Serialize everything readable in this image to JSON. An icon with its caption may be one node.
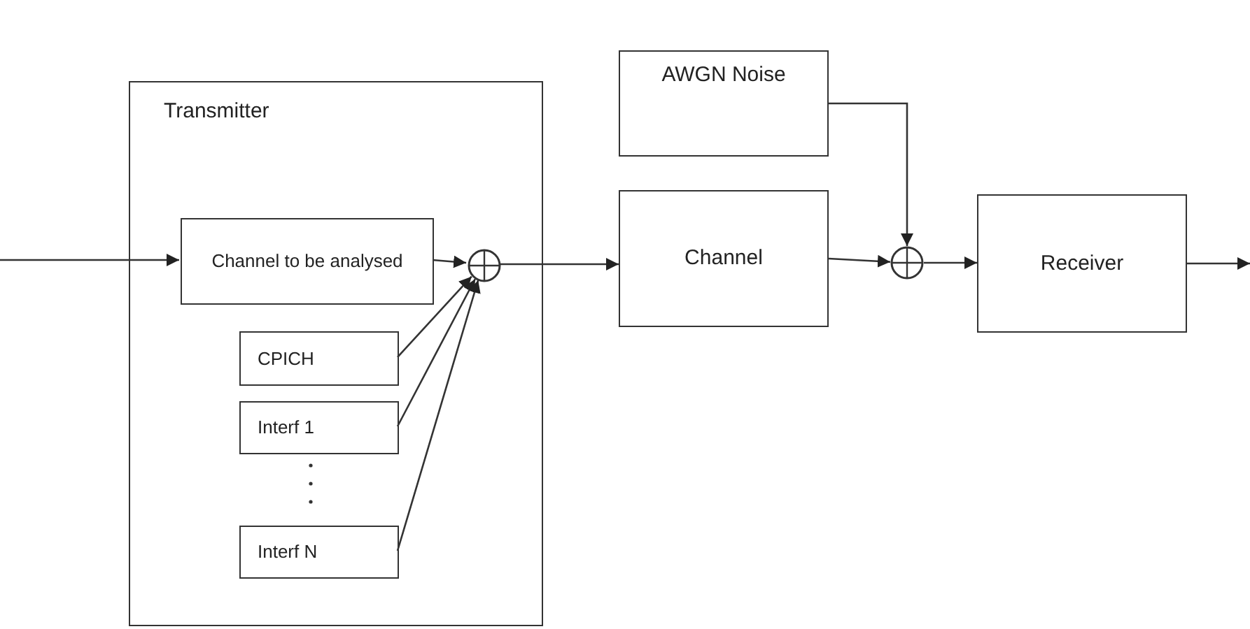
{
  "diagram": {
    "nodes": [
      {
        "text": [
          "Transmitter"
        ]
      },
      {
        "text": [
          "Channel to be analysed"
        ],
        "in": 0
      },
      {
        "text": [
          "CPICH"
        ],
        "in": 0
      },
      {
        "text": [
          "Interf 1"
        ],
        "in": 0
      },
      {
        "text": [
          "Interf N"
        ],
        "in": 0
      },
      {
        "text": [],
        "shape": "circle",
        "in": 0
      },
      {
        "text": [
          "AWGN Noise"
        ]
      },
      {
        "text": [
          "Channel"
        ]
      },
      {
        "text": [],
        "shape": "circle"
      },
      {
        "text": [
          "Receiver"
        ]
      }
    ],
    "edges": [
      {
        "from": null,
        "to": 1,
        "arrow": "to"
      },
      {
        "from": 1,
        "to": 5,
        "arrow": "to"
      },
      {
        "from": 2,
        "to": 5,
        "arrow": "to"
      },
      {
        "from": 3,
        "to": 5,
        "arrow": "to"
      },
      {
        "from": 4,
        "to": 5,
        "arrow": "to"
      },
      {
        "from": 5,
        "to": 7,
        "arrow": "to"
      },
      {
        "from": 7,
        "to": 8,
        "arrow": "to"
      },
      {
        "from": 6,
        "to": 8,
        "arrow": "to"
      },
      {
        "from": 8,
        "to": 9,
        "arrow": "to"
      },
      {
        "from": 9,
        "to": null,
        "arrow": "to"
      }
    ]
  }
}
